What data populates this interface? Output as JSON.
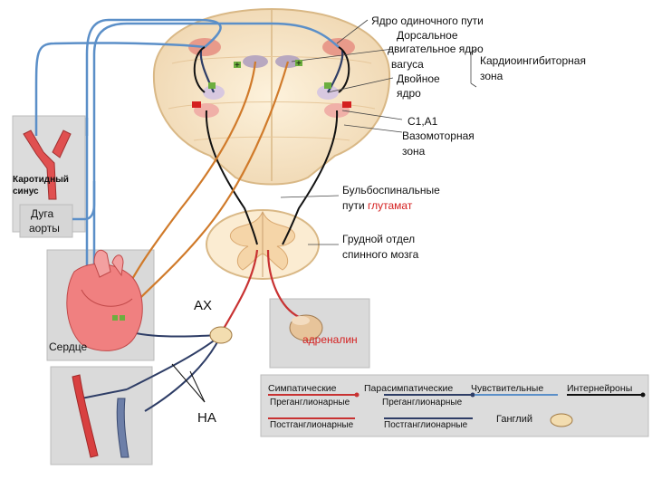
{
  "labels": {
    "nucleus_solitary": "Ядро одиночного пути",
    "dorsal_motor_1": "Дорсальное",
    "dorsal_motor_2": "двигательное ядро",
    "dorsal_motor_3": "вагуса",
    "cardioinhibitory_1": "Кардиоингибиторная",
    "cardioinhibitory_2": "зона",
    "ambiguus_1": "Двойное",
    "ambiguus_2": "ядро",
    "c1a1": "C1,A1",
    "vasomotor_1": "Вазомоторная",
    "vasomotor_2": "зона",
    "bulbospinal_1": "Бульбоспинальные",
    "bulbospinal_2a": "пути ",
    "bulbospinal_2b": "глутамат",
    "thoracic_1": "Грудной отдел",
    "thoracic_2": "спинного мозга",
    "carotid_1": "Каротидный",
    "carotid_2": "синус",
    "aortic_1": "Дуга",
    "aortic_2": "аорты",
    "heart": "Сердце",
    "ach": "АХ",
    "adrenaline": "адреналин",
    "na": "НА"
  },
  "legend": {
    "sympathetic": "Симпатические",
    "parasympathetic": "Парасимпатические",
    "sensory": "Чувствительные",
    "interneurons": "Интернейроны",
    "pregang_1": "Преганглионарные",
    "pregang_2": "Преганглионарные",
    "postgang_1": "Постганглионарные",
    "postgang_2": "Постганглионарные",
    "ganglion": "Ганглий"
  },
  "colors": {
    "sympathetic": "#c83232",
    "parasympathetic": "#2e3d66",
    "sensory": "#5b8fc8",
    "interneuron": "#111111",
    "glutamate_text": "#d42020",
    "orange_path": "#d07a2a",
    "spinal_grey": "#f5d5a8",
    "ganglion_fill": "#f3ddb0"
  },
  "signs": {
    "plus": "+",
    "minus": "–"
  }
}
